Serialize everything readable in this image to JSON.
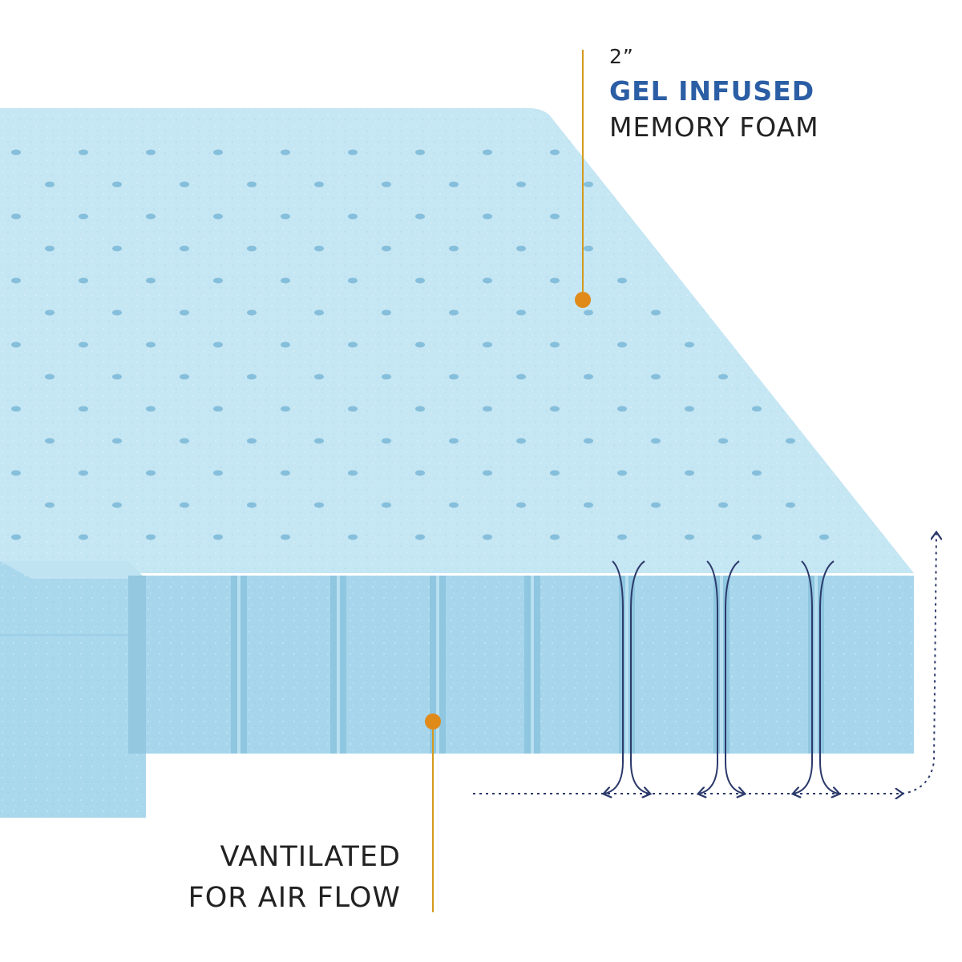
{
  "callout_top": {
    "thickness": "2”",
    "highlight": "GEL INFUSED",
    "text": "MEMORY FOAM"
  },
  "callout_bottom": {
    "line1": "VANTILATED",
    "line2": "FOR AIR FLOW"
  },
  "colors": {
    "foam_top": "#c5e6f3",
    "foam_side": "#a7d6ec",
    "foam_channel": "#8fc6e0",
    "perforation": "#86bfdb",
    "leader_line": "#d49a1e",
    "leader_dot": "#e08a1a",
    "highlight_text": "#2b5ea4",
    "airflow_arrows": "#2c3a6b",
    "text": "#222222"
  },
  "icons": {
    "callout_marker": "dot-marker-icon",
    "airflow": "airflow-arrows-icon"
  }
}
